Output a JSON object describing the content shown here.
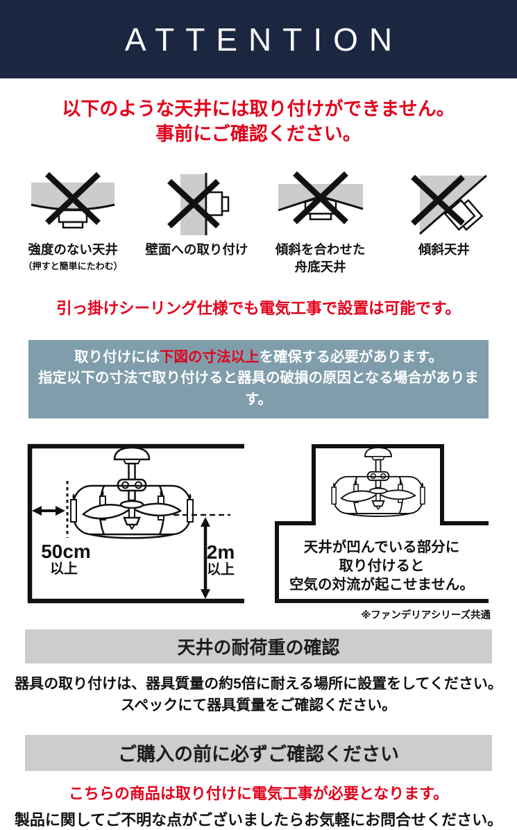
{
  "header": {
    "title": "ATTENTION"
  },
  "colors": {
    "navy": "#1b2740",
    "red": "#e2001a",
    "blue_gray_box": "#7f9dab",
    "gray_bar": "#cdcdcd",
    "icon_gray": "#cccccc"
  },
  "intro": {
    "line1": "以下のような天井には取り付けができません。",
    "line2": "事前にご確認ください。"
  },
  "ng_ceilings": [
    {
      "icon": "sagging-ceiling-x-icon",
      "label": "強度のない天井",
      "sublabel": "（押すと簡単にたわむ）"
    },
    {
      "icon": "wall-mount-x-icon",
      "label": "壁面への取り付け",
      "sublabel": ""
    },
    {
      "icon": "boat-bottom-ceiling-x-icon",
      "label": "傾斜を合わせた",
      "label2": "舟底天井",
      "sublabel": ""
    },
    {
      "icon": "sloped-ceiling-x-icon",
      "label": "傾斜天井",
      "sublabel": ""
    }
  ],
  "note_red": "引っ掛けシーリング仕様でも電気工事で設置は可能です。",
  "dimension_box": {
    "line1_prefix": "取り付けには",
    "line1_highlight": "下図の寸法以上",
    "line1_suffix": "を確保する必要があります。",
    "line2": "指定以下の寸法で取り付けると器具の破損の原因となる場合があります。"
  },
  "diagram": {
    "side_clearance_value": "50cm",
    "side_clearance_unit": "以上",
    "bottom_clearance_value": "2m",
    "bottom_clearance_unit": "以上",
    "recess_warning_line1": "天井が凹んでいる部分に",
    "recess_warning_line2": "取り付けると",
    "recess_warning_line3": "空気の対流が起こせません。",
    "series_note": "※ファンデリアシリーズ共通"
  },
  "load_section": {
    "title": "天井の耐荷重の確認",
    "body_line1": "器具の取り付けは、器具質量の約5倍に耐える場所に設置をしてください。",
    "body_line2": "スペックにて器具質量をご確認ください。"
  },
  "purchase_section": {
    "title": "ご購入の前に必ずご確認ください",
    "red_note": "こちらの商品は取り付けに電気工事が必要となります。",
    "body": "製品に関してご不明な点がございましたらお気軽にお問合せください。"
  }
}
